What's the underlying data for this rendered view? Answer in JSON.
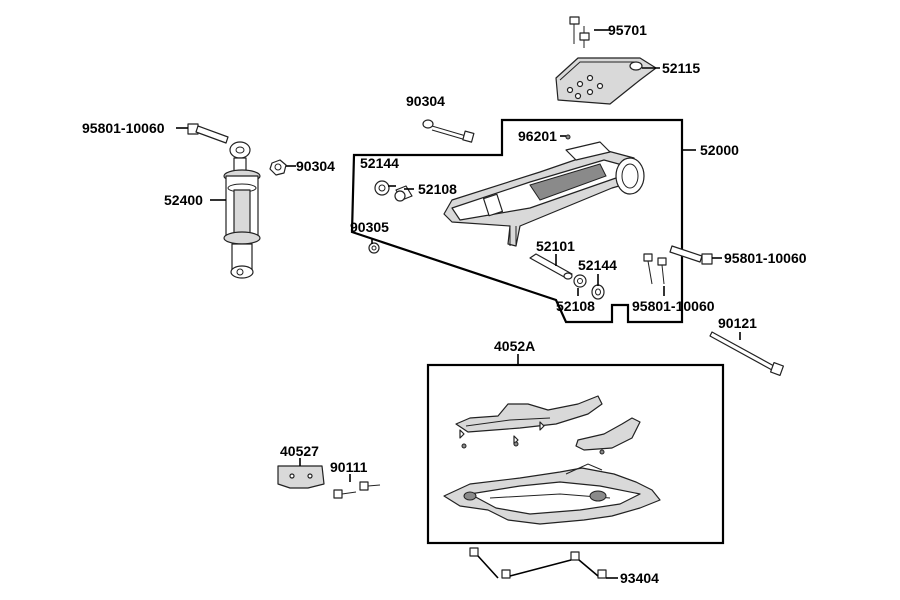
{
  "labels": {
    "p95701": "95701",
    "p52115": "52115",
    "p90304_top": "90304",
    "p95801_left": "95801-10060",
    "p90304_right": "90304",
    "p52400": "52400",
    "p96201": "96201",
    "p52000": "52000",
    "p52144_a": "52144",
    "p52108_a": "52108",
    "p90305": "90305",
    "p52101": "52101",
    "p52144_b": "52144",
    "p52108_b": "52108",
    "p95801_right": "95801-10060",
    "p95801_lower": "95801-10060",
    "p90121": "90121",
    "p4052a": "4052A",
    "p40527": "40527",
    "p90111": "90111",
    "p93404": "93404"
  }
}
